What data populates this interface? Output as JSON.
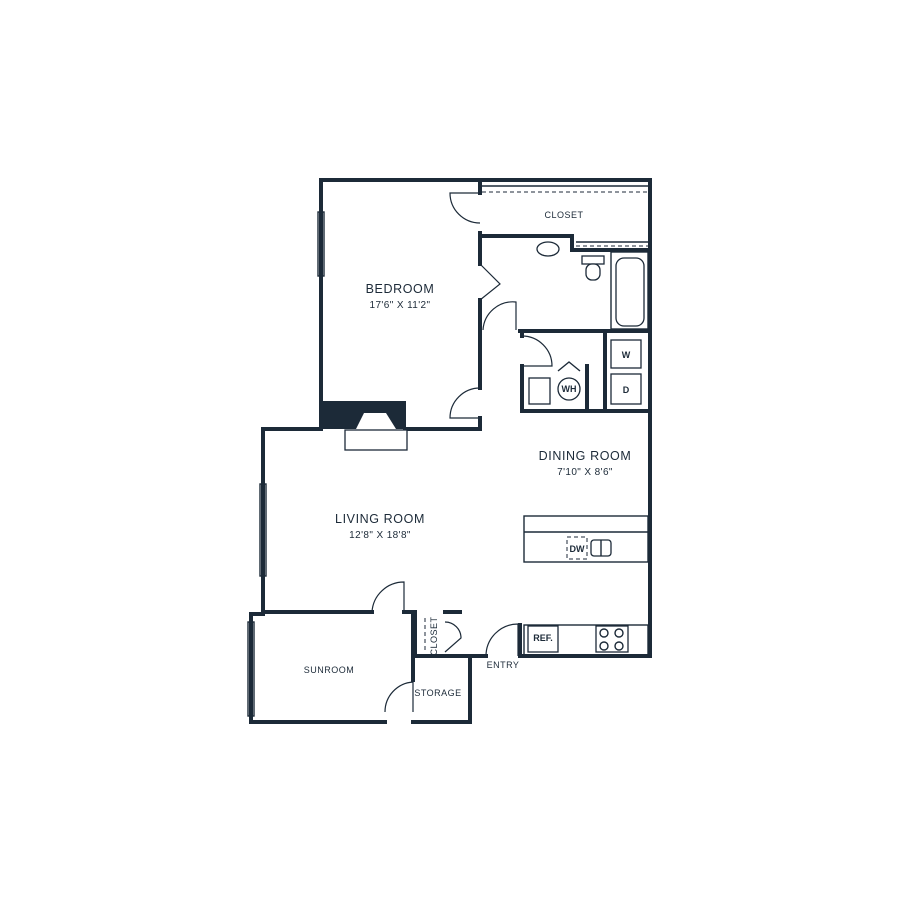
{
  "colors": {
    "wall": "#1c2a38",
    "background": "#ffffff"
  },
  "rooms": {
    "bedroom": {
      "name": "BEDROOM",
      "dims": "17'6\" X 11'2\""
    },
    "living": {
      "name": "LIVING ROOM",
      "dims": "12'8\" X 18'8\""
    },
    "dining": {
      "name": "DINING ROOM",
      "dims": "7'10\" X 8'6\""
    },
    "sunroom": {
      "name": "SUNROOM"
    },
    "storage": {
      "name": "STORAGE"
    },
    "closet_top": {
      "name": "CLOSET"
    },
    "closet_entry": {
      "name": "CLOSET"
    },
    "entry": {
      "name": "ENTRY"
    }
  },
  "appliances": {
    "washer": "W",
    "dryer": "D",
    "water_heater": "WH",
    "dishwasher": "DW",
    "refrigerator": "REF."
  }
}
